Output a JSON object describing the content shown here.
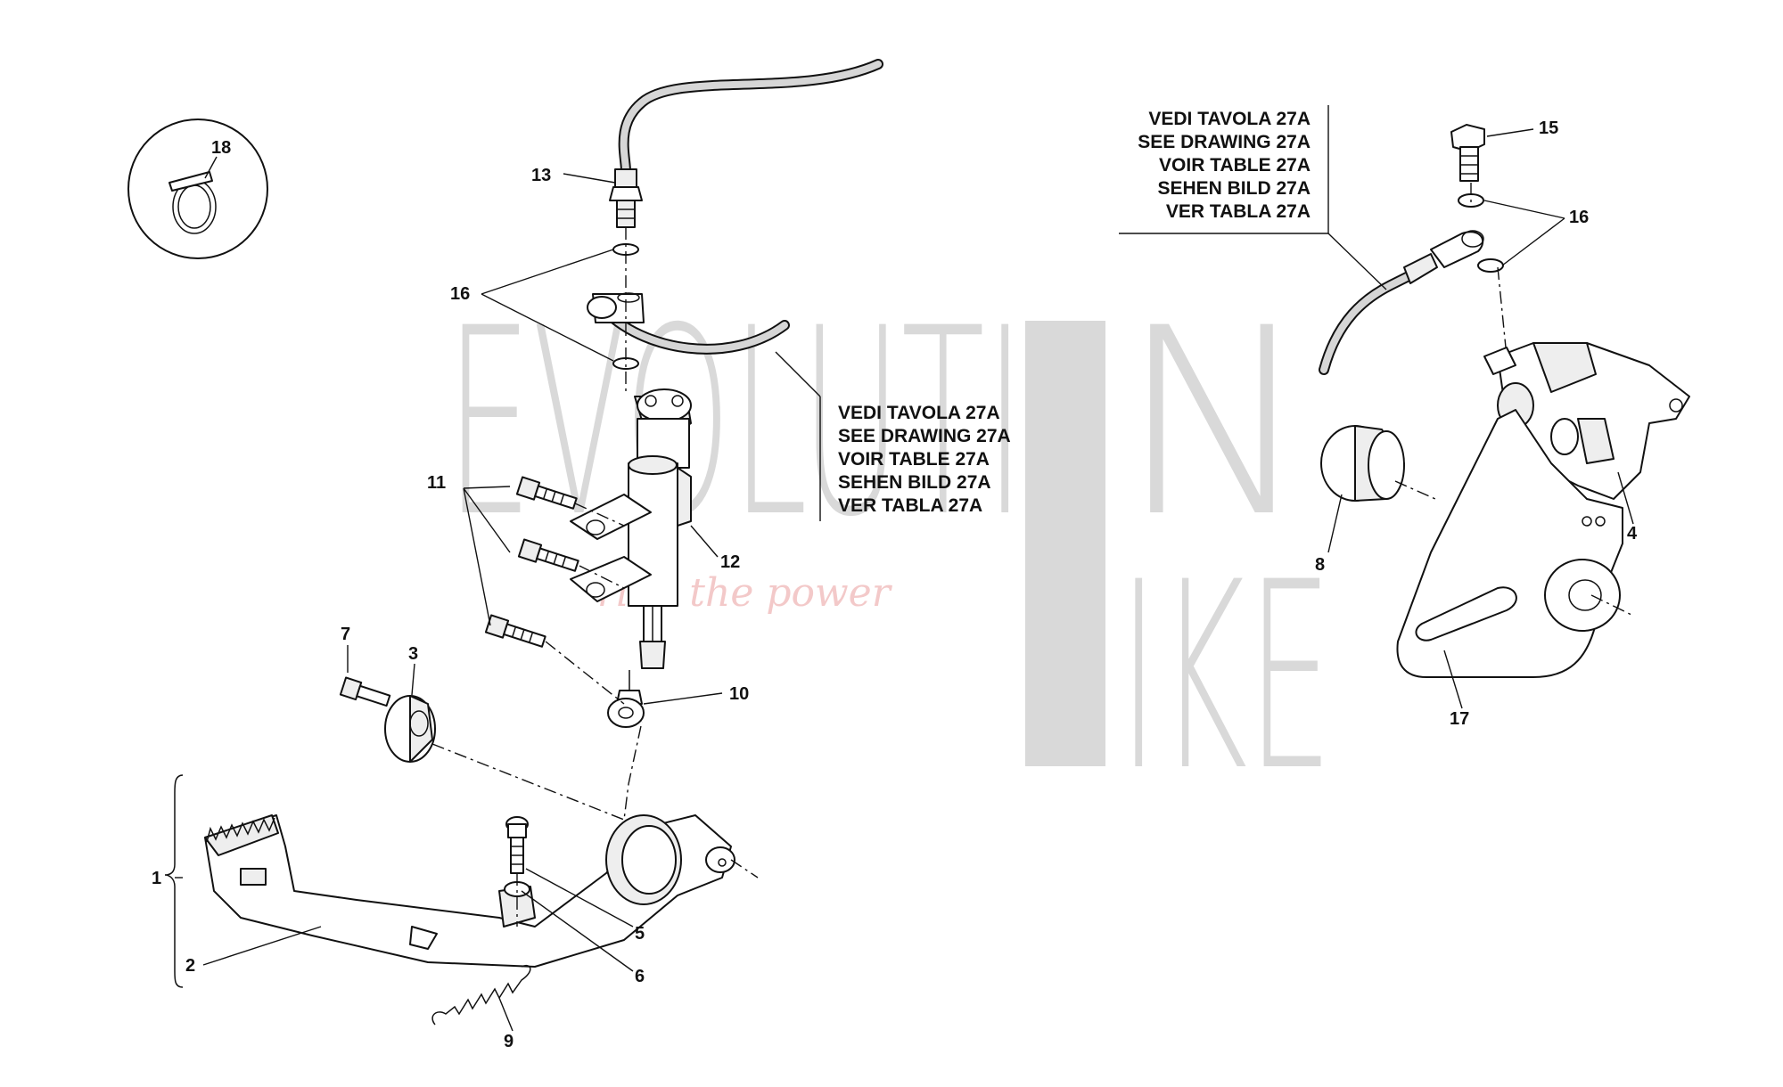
{
  "callouts": {
    "c1": "1",
    "c2": "2",
    "c3": "3",
    "c4": "4",
    "c5": "5",
    "c6": "6",
    "c7": "7",
    "c8": "8",
    "c9": "9",
    "c10": "10",
    "c11": "11",
    "c12": "12",
    "c13": "13",
    "c15": "15",
    "c16a": "16",
    "c16b": "16",
    "c17": "17",
    "c18": "18"
  },
  "reference_notes": {
    "left": [
      "VEDI TAVOLA 27A",
      "SEE DRAWING 27A",
      "VOIR TABLE 27A",
      "SEHEN BILD 27A",
      "VER TABLA 27A"
    ],
    "right": [
      "VEDI TAVOLA 27A",
      "SEE DRAWING 27A",
      "VOIR TABLE 27A",
      "SEHEN BILD 27A",
      "VER TABLA 27A"
    ]
  },
  "watermark": {
    "line1": "EVOLUTI",
    "line1_b": "N",
    "line2": "IKE",
    "tagline": "ride the power",
    "color": "#d9d9d9",
    "tagline_color": "#f3c9c9"
  }
}
